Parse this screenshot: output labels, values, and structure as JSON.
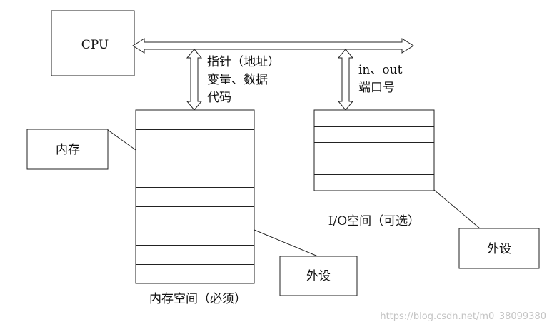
{
  "cpu": {
    "label": "CPU"
  },
  "bus_to_memory": {
    "lines": [
      "指针（地址）",
      "变量、数据",
      "代码"
    ]
  },
  "bus_to_io": {
    "lines": [
      "in、out",
      "端口号"
    ]
  },
  "memory": {
    "callout_label": "内存",
    "space_label": "内存空间（必须）",
    "cell_count": 9
  },
  "io": {
    "space_label": "I/O空间（可选）",
    "cell_count": 5
  },
  "peripheral_memory": {
    "label": "外设"
  },
  "peripheral_io": {
    "label": "外设"
  },
  "watermark": "https://blog.csdn.net/m0_38099380"
}
